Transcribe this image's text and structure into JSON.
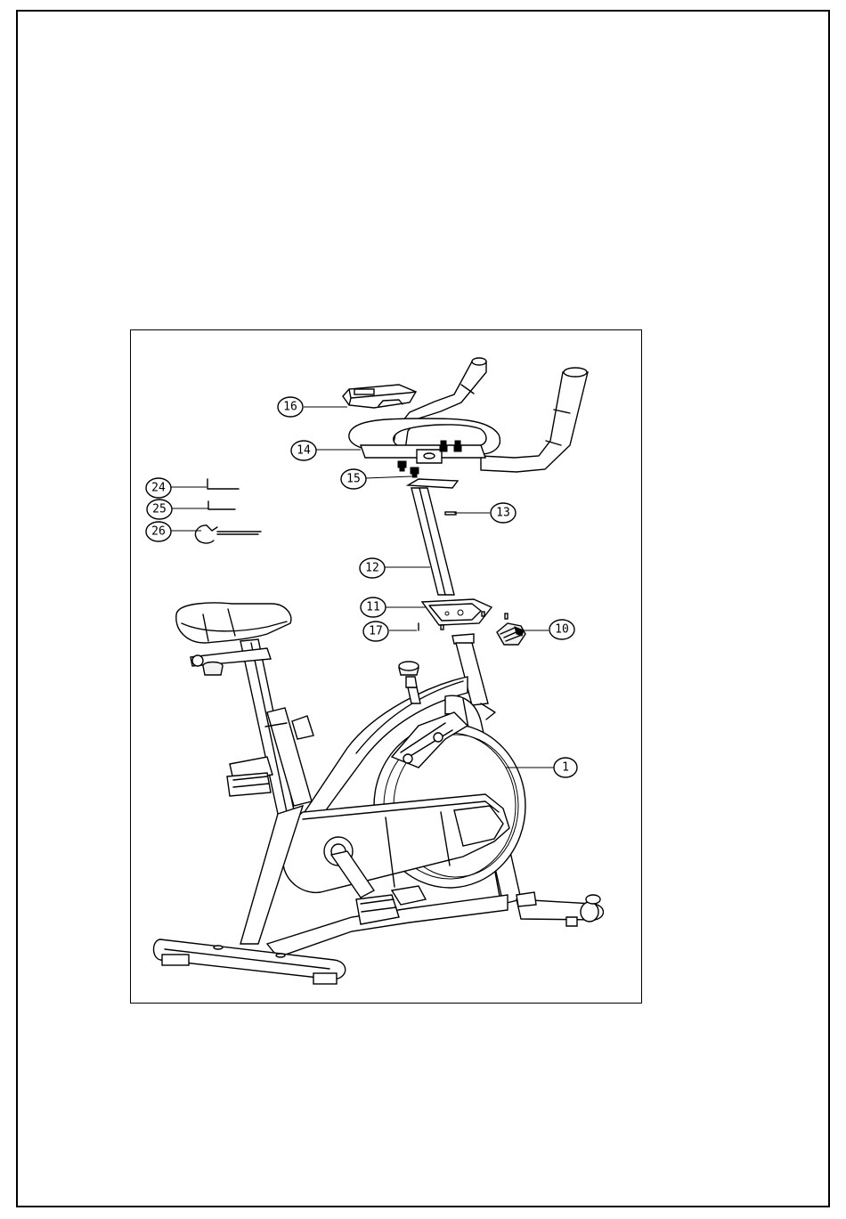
{
  "figure": {
    "callouts": [
      {
        "id": "c16",
        "label": "16"
      },
      {
        "id": "c14",
        "label": "14"
      },
      {
        "id": "c15",
        "label": "15"
      },
      {
        "id": "c13",
        "label": "13"
      },
      {
        "id": "c12",
        "label": "12"
      },
      {
        "id": "c11",
        "label": "11"
      },
      {
        "id": "c17",
        "label": "17"
      },
      {
        "id": "c10",
        "label": "10"
      },
      {
        "id": "c1",
        "label": "1"
      },
      {
        "id": "c24",
        "label": "24"
      },
      {
        "id": "c25",
        "label": "25"
      },
      {
        "id": "c26",
        "label": "26"
      }
    ]
  }
}
